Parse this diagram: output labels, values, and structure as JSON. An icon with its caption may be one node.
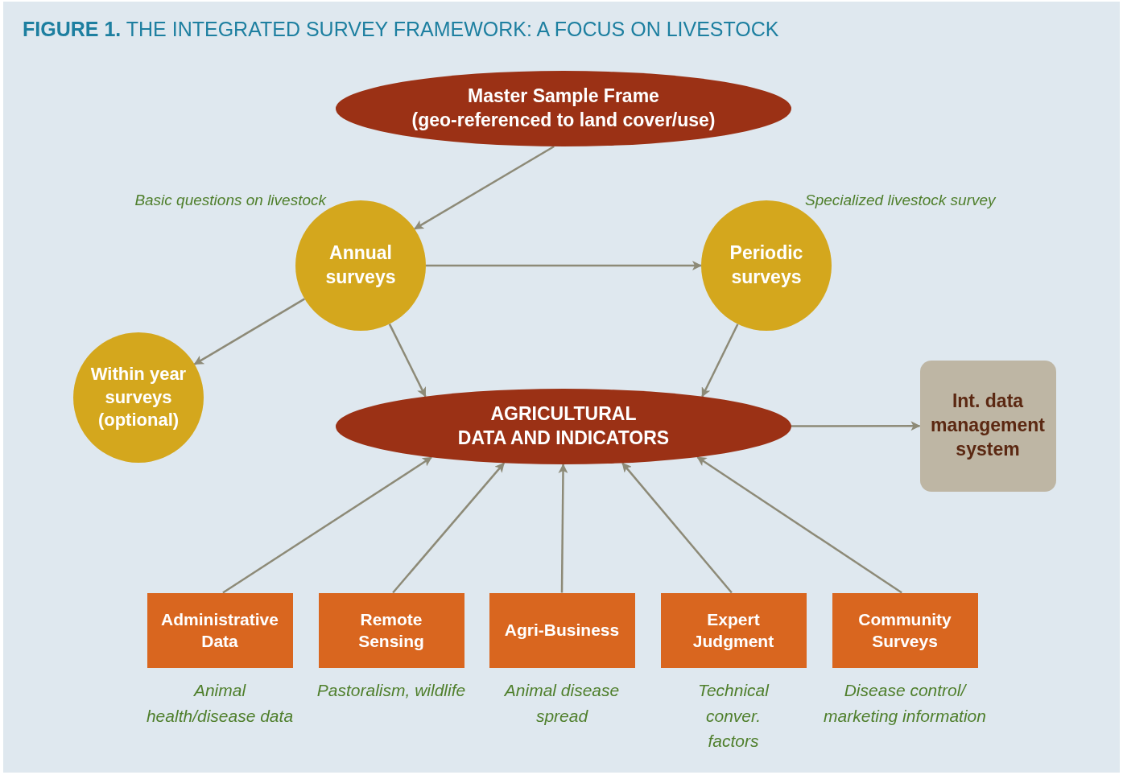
{
  "diagram": {
    "title": "**FIGURE 1.**  THE INTEGRATED SURVEY FRAMEWORK: A FOCUS ON LIVESTOCK",
    "nodes": [
      {
        "text": [
          "Master Sample Frame",
          "(geo-referenced to land cover/use)"
        ]
      },
      {
        "text": [
          "Annual surveys"
        ],
        "beside": [
          "Basic questions on livestock"
        ]
      },
      {
        "text": [
          "Periodic surveys"
        ],
        "beside": [
          "Specialized livestock survey"
        ]
      },
      {
        "text": [
          "Within year surveys (optional)"
        ]
      },
      {
        "text": [
          "AGRICULTURAL",
          "DATA AND INDICATORS"
        ]
      },
      {
        "text": [
          "Int. data management system"
        ]
      },
      {
        "text": [
          "Administrative Data"
        ],
        "beside": [
          "Animal health/disease data"
        ]
      },
      {
        "text": [
          "Remote Sensing"
        ],
        "beside": [
          "Pastoralism, wildlife"
        ]
      },
      {
        "text": [
          "Agri-Business"
        ],
        "beside": [
          "Animal disease spread"
        ]
      },
      {
        "text": [
          "Expert Judgment"
        ],
        "beside": [
          "Technical conver. factors"
        ]
      },
      {
        "text": [
          "Community Surveys"
        ],
        "beside": [
          "Disease control/ marketing information"
        ]
      }
    ],
    "edges": [
      {
        "from": 0,
        "to": 1,
        "arrow": "to"
      },
      {
        "from": 1,
        "to": 2,
        "arrow": "to"
      },
      {
        "from": 1,
        "to": 3,
        "arrow": "to"
      },
      {
        "from": 1,
        "to": 4,
        "arrow": "to"
      },
      {
        "from": 2,
        "to": 4,
        "arrow": "to"
      },
      {
        "from": 4,
        "to": 5,
        "arrow": "to"
      },
      {
        "from": 6,
        "to": 4,
        "arrow": "to"
      },
      {
        "from": 7,
        "to": 4,
        "arrow": "to"
      },
      {
        "from": 8,
        "to": 4,
        "arrow": "to"
      },
      {
        "from": 9,
        "to": 4,
        "arrow": "to"
      },
      {
        "from": 10,
        "to": 4,
        "arrow": "to"
      }
    ]
  }
}
